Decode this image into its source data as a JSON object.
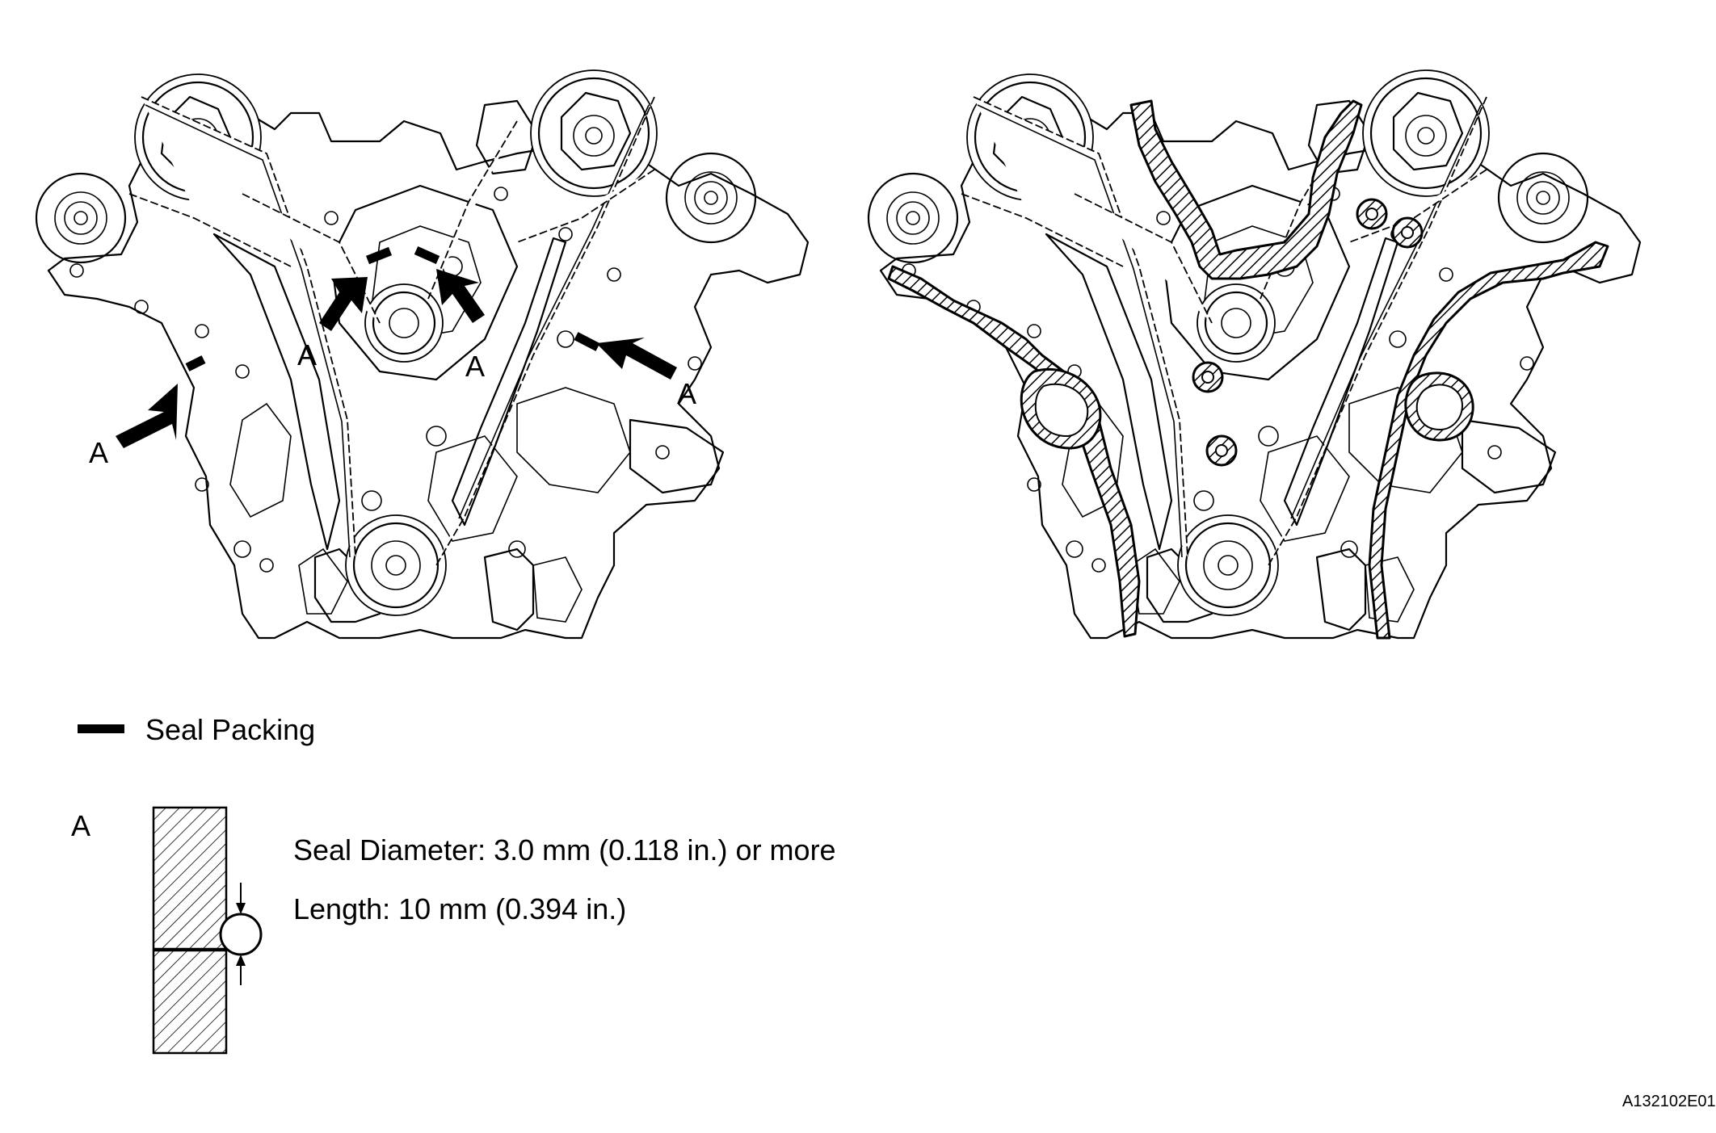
{
  "callouts": {
    "label": "A"
  },
  "legend": {
    "seal_packing_label": "Seal Packing"
  },
  "detail": {
    "label": "A",
    "seal_diameter": "Seal Diameter: 3.0 mm (0.118 in.) or more",
    "length": "Length: 10 mm (0.394 in.)"
  },
  "figure_code": "A132102E01",
  "colors": {
    "ink": "#000000",
    "paper": "#ffffff"
  }
}
